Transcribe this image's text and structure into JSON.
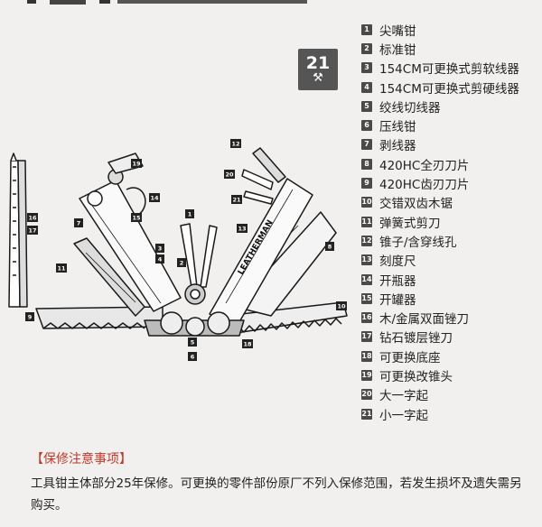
{
  "badge": {
    "number": "21",
    "icon": "tools-icon"
  },
  "legend": [
    {
      "num": "1",
      "label": "尖嘴钳"
    },
    {
      "num": "2",
      "label": "标准钳"
    },
    {
      "num": "3",
      "label": "154CM可更换式剪软线器"
    },
    {
      "num": "4",
      "label": "154CM可更换式剪硬线器"
    },
    {
      "num": "5",
      "label": "绞线切线器"
    },
    {
      "num": "6",
      "label": "压线钳"
    },
    {
      "num": "7",
      "label": "剥线器"
    },
    {
      "num": "8",
      "label": "420HC全刃刀片"
    },
    {
      "num": "9",
      "label": "420HC齿刃刀片"
    },
    {
      "num": "10",
      "label": "交错双齿木锯"
    },
    {
      "num": "11",
      "label": "弹簧式剪刀"
    },
    {
      "num": "12",
      "label": "锥子/含穿线孔"
    },
    {
      "num": "13",
      "label": "刻度尺"
    },
    {
      "num": "14",
      "label": "开瓶器"
    },
    {
      "num": "15",
      "label": "开罐器"
    },
    {
      "num": "16",
      "label": "木/金属双面锉刀"
    },
    {
      "num": "17",
      "label": "钻石镀层锉刀"
    },
    {
      "num": "18",
      "label": "可更换底座"
    },
    {
      "num": "19",
      "label": "可更换改锥头"
    },
    {
      "num": "20",
      "label": "大一字起"
    },
    {
      "num": "21",
      "label": "小一字起"
    }
  ],
  "tool_brand": "LEATHERMAN",
  "warranty": {
    "title": "【保修注意事项】",
    "body": "工具钳主体部分25年保修。可更换的零件部份原厂不列入保修范围，若发生损坏及遗失需另购买。"
  }
}
